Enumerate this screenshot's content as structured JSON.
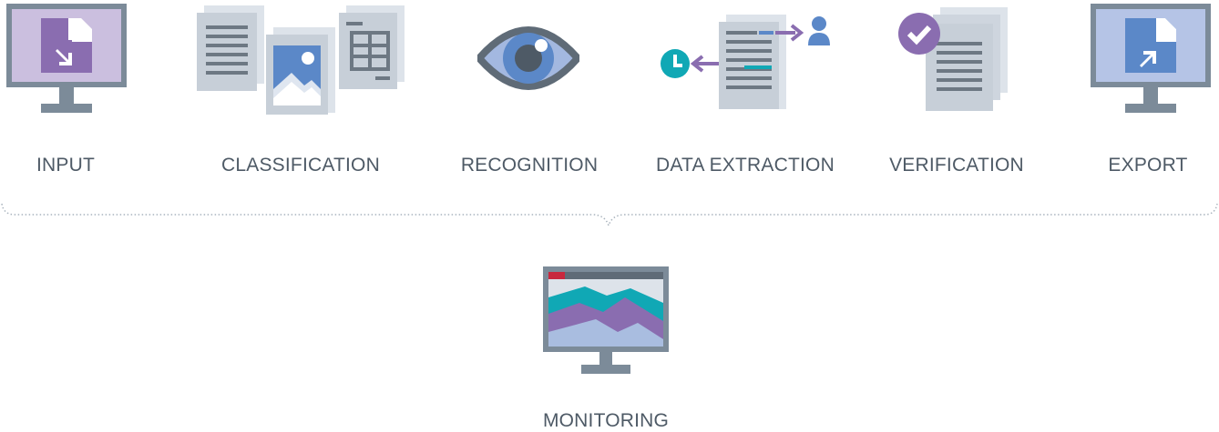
{
  "stages": [
    {
      "id": "input",
      "label": "INPUT",
      "icon": "monitor-document-import-icon"
    },
    {
      "id": "classification",
      "label": "CLASSIFICATION",
      "icon": "document-image-table-icon"
    },
    {
      "id": "recognition",
      "label": "RECOGNITION",
      "icon": "eye-icon"
    },
    {
      "id": "data_extraction",
      "label": "DATA EXTRACTION",
      "icon": "document-extraction-icon"
    },
    {
      "id": "verification",
      "label": "VERIFICATION",
      "icon": "checked-documents-icon"
    },
    {
      "id": "export",
      "label": "EXPORT",
      "icon": "monitor-document-export-icon"
    }
  ],
  "monitoring": {
    "label": "MONITORING",
    "icon": "monitor-dashboard-chart-icon"
  },
  "colors": {
    "purple": "#8a6db0",
    "lavender": "#cbbfdf",
    "blue": "#5b88c8",
    "light_blue": "#a9bde0",
    "teal": "#10a8b5",
    "slate": "#7c8b99",
    "dark_slate": "#5f6b77",
    "doc_gray": "#c7cfd8",
    "line_gray": "#6d7883",
    "red": "#c8283e",
    "label_text": "#4e5a66"
  }
}
